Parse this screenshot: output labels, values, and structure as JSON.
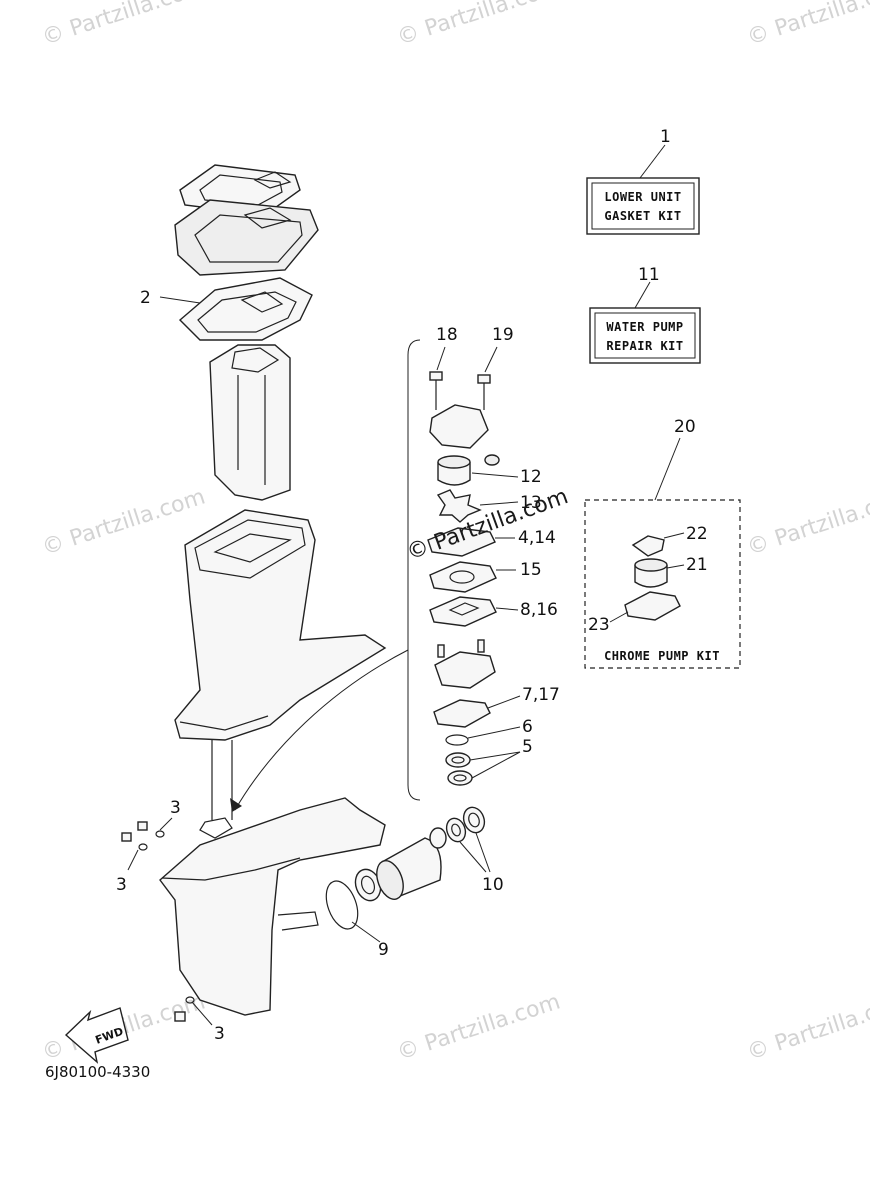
{
  "diagram": {
    "drawing_code": "6J80100-4330",
    "fwd_label": "FWD",
    "watermark": "© Partzilla.com",
    "watermark_center": "© Partzilla.com",
    "kits": [
      {
        "ref": "1",
        "line1": "LOWER UNIT",
        "line2": "GASKET KIT"
      },
      {
        "ref": "11",
        "line1": "WATER PUMP",
        "line2": "REPAIR KIT"
      }
    ],
    "chrome_kit": {
      "ref": "20",
      "label": "CHROME PUMP KIT"
    },
    "callouts": {
      "c2": "2",
      "c18": "18",
      "c19": "19",
      "c12": "12",
      "c13": "13",
      "c4_14": "4,14",
      "c15": "15",
      "c8_16": "8,16",
      "c7_17": "7,17",
      "c6": "6",
      "c5": "5",
      "c22": "22",
      "c21": "21",
      "c23": "23",
      "c3a": "3",
      "c3b": "3",
      "c3c": "3",
      "c9": "9",
      "c10": "10"
    }
  }
}
